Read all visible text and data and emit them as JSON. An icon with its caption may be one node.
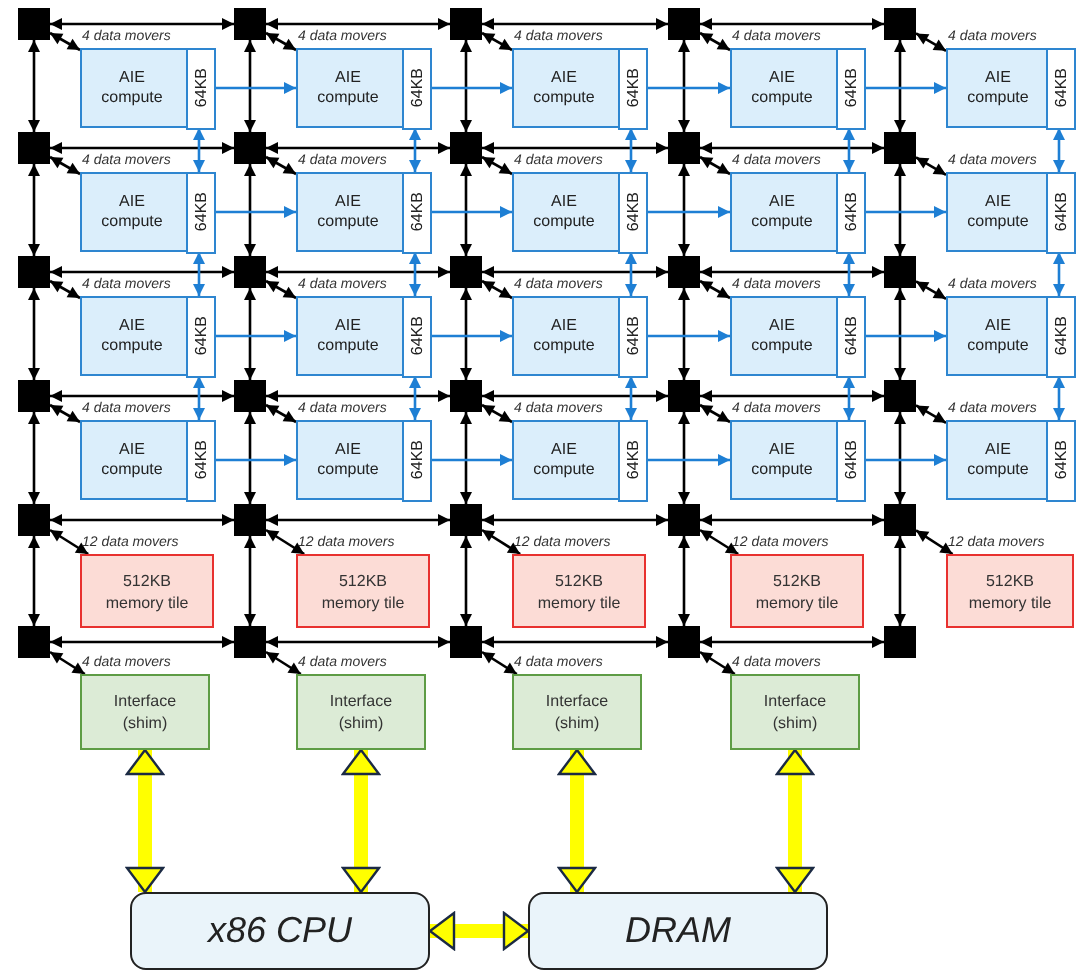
{
  "diagram": {
    "nodes": [
      {
        "text": [],
        "shape": "box"
      },
      {
        "text": [],
        "shape": "box"
      },
      {
        "text": [],
        "shape": "box"
      },
      {
        "text": [],
        "shape": "box"
      },
      {
        "text": [],
        "shape": "box"
      },
      {
        "text": [
          "AIE compute"
        ]
      },
      {
        "text": [
          "64KB"
        ],
        "in": 5
      },
      {
        "text": [
          "AIE compute"
        ]
      },
      {
        "text": [
          "64KB"
        ],
        "in": 7
      },
      {
        "text": [
          "AIE compute"
        ]
      },
      {
        "text": [
          "64KB"
        ],
        "in": 9
      },
      {
        "text": [
          "AIE compute"
        ]
      },
      {
        "text": [
          "64KB"
        ],
        "in": 11
      },
      {
        "text": [
          "AIE compute"
        ]
      },
      {
        "text": [
          "64KB"
        ],
        "in": 13
      },
      {
        "text": [],
        "shape": "box"
      },
      {
        "text": [],
        "shape": "box"
      },
      {
        "text": [],
        "shape": "box"
      },
      {
        "text": [],
        "shape": "box"
      },
      {
        "text": [],
        "shape": "box"
      },
      {
        "text": [
          "AIE compute"
        ]
      },
      {
        "text": [
          "64KB"
        ],
        "in": 20
      },
      {
        "text": [
          "AIE compute"
        ]
      },
      {
        "text": [
          "64KB"
        ],
        "in": 22
      },
      {
        "text": [
          "AIE compute"
        ]
      },
      {
        "text": [
          "64KB"
        ],
        "in": 24
      },
      {
        "text": [
          "AIE compute"
        ]
      },
      {
        "text": [
          "64KB"
        ],
        "in": 26
      },
      {
        "text": [
          "AIE compute"
        ]
      },
      {
        "text": [
          "64KB"
        ],
        "in": 28
      },
      {
        "text": [],
        "shape": "box"
      },
      {
        "text": [],
        "shape": "box"
      },
      {
        "text": [],
        "shape": "box"
      },
      {
        "text": [],
        "shape": "box"
      },
      {
        "text": [],
        "shape": "box"
      },
      {
        "text": [
          "AIE compute"
        ]
      },
      {
        "text": [
          "64KB"
        ],
        "in": 35
      },
      {
        "text": [
          "AIE compute"
        ]
      },
      {
        "text": [
          "64KB"
        ],
        "in": 37
      },
      {
        "text": [
          "AIE compute"
        ]
      },
      {
        "text": [
          "64KB"
        ],
        "in": 39
      },
      {
        "text": [
          "AIE compute"
        ]
      },
      {
        "text": [
          "64KB"
        ],
        "in": 41
      },
      {
        "text": [
          "AIE compute"
        ]
      },
      {
        "text": [
          "64KB"
        ],
        "in": 43
      },
      {
        "text": [],
        "shape": "box"
      },
      {
        "text": [],
        "shape": "box"
      },
      {
        "text": [],
        "shape": "box"
      },
      {
        "text": [],
        "shape": "box"
      },
      {
        "text": [],
        "shape": "box"
      },
      {
        "text": [
          "AIE compute"
        ]
      },
      {
        "text": [
          "64KB"
        ],
        "in": 50
      },
      {
        "text": [
          "AIE compute"
        ]
      },
      {
        "text": [
          "64KB"
        ],
        "in": 52
      },
      {
        "text": [
          "AIE compute"
        ]
      },
      {
        "text": [
          "64KB"
        ],
        "in": 54
      },
      {
        "text": [
          "AIE compute"
        ]
      },
      {
        "text": [
          "64KB"
        ],
        "in": 56
      },
      {
        "text": [
          "AIE compute"
        ]
      },
      {
        "text": [
          "64KB"
        ],
        "in": 58
      },
      {
        "text": [],
        "shape": "box"
      },
      {
        "text": [],
        "shape": "box"
      },
      {
        "text": [],
        "shape": "box"
      },
      {
        "text": [],
        "shape": "box"
      },
      {
        "text": [],
        "shape": "box"
      },
      {
        "text": [
          "512KB memory tile"
        ]
      },
      {
        "text": [
          "512KB memory tile"
        ]
      },
      {
        "text": [
          "512KB memory tile"
        ]
      },
      {
        "text": [
          "512KB memory tile"
        ]
      },
      {
        "text": [
          "512KB memory tile"
        ]
      },
      {
        "text": [],
        "shape": "box"
      },
      {
        "text": [],
        "shape": "box"
      },
      {
        "text": [],
        "shape": "box"
      },
      {
        "text": [],
        "shape": "box"
      },
      {
        "text": [],
        "shape": "box"
      },
      {
        "text": [
          "Interface (shim)"
        ]
      },
      {
        "text": [
          "Interface (shim)"
        ]
      },
      {
        "text": [
          "Interface (shim)"
        ]
      },
      {
        "text": [
          "Interface (shim)"
        ]
      },
      {
        "text": [
          "x86 CPU"
        ]
      },
      {
        "text": [
          "DRAM"
        ]
      }
    ],
    "edges": [
      {
        "from": 0,
        "to": 1,
        "arrow": "both"
      },
      {
        "from": 1,
        "to": 2,
        "arrow": "both"
      },
      {
        "from": 2,
        "to": 3,
        "arrow": "both"
      },
      {
        "from": 3,
        "to": 4,
        "arrow": "both"
      },
      {
        "from": 15,
        "to": 16,
        "arrow": "both"
      },
      {
        "from": 16,
        "to": 17,
        "arrow": "both"
      },
      {
        "from": 17,
        "to": 18,
        "arrow": "both"
      },
      {
        "from": 18,
        "to": 19,
        "arrow": "both"
      },
      {
        "from": 30,
        "to": 31,
        "arrow": "both"
      },
      {
        "from": 31,
        "to": 32,
        "arrow": "both"
      },
      {
        "from": 32,
        "to": 33,
        "arrow": "both"
      },
      {
        "from": 33,
        "to": 34,
        "arrow": "both"
      },
      {
        "from": 45,
        "to": 46,
        "arrow": "both"
      },
      {
        "from": 46,
        "to": 47,
        "arrow": "both"
      },
      {
        "from": 47,
        "to": 48,
        "arrow": "both"
      },
      {
        "from": 48,
        "to": 49,
        "arrow": "both"
      },
      {
        "from": 60,
        "to": 61,
        "arrow": "both"
      },
      {
        "from": 61,
        "to": 62,
        "arrow": "both"
      },
      {
        "from": 62,
        "to": 63,
        "arrow": "both"
      },
      {
        "from": 63,
        "to": 64,
        "arrow": "both"
      },
      {
        "from": 70,
        "to": 71,
        "arrow": "both"
      },
      {
        "from": 71,
        "to": 72,
        "arrow": "both"
      },
      {
        "from": 72,
        "to": 73,
        "arrow": "both"
      },
      {
        "from": 73,
        "to": 74,
        "arrow": "both"
      },
      {
        "from": 0,
        "to": 15,
        "arrow": "both"
      },
      {
        "from": 15,
        "to": 30,
        "arrow": "both"
      },
      {
        "from": 30,
        "to": 45,
        "arrow": "both"
      },
      {
        "from": 45,
        "to": 60,
        "arrow": "both"
      },
      {
        "from": 60,
        "to": 70,
        "arrow": "both"
      },
      {
        "from": 1,
        "to": 16,
        "arrow": "both"
      },
      {
        "from": 16,
        "to": 31,
        "arrow": "both"
      },
      {
        "from": 31,
        "to": 46,
        "arrow": "both"
      },
      {
        "from": 46,
        "to": 61,
        "arrow": "both"
      },
      {
        "from": 61,
        "to": 71,
        "arrow": "both"
      },
      {
        "from": 2,
        "to": 17,
        "arrow": "both"
      },
      {
        "from": 17,
        "to": 32,
        "arrow": "both"
      },
      {
        "from": 32,
        "to": 47,
        "arrow": "both"
      },
      {
        "from": 47,
        "to": 62,
        "arrow": "both"
      },
      {
        "from": 62,
        "to": 72,
        "arrow": "both"
      },
      {
        "from": 3,
        "to": 18,
        "arrow": "both"
      },
      {
        "from": 18,
        "to": 33,
        "arrow": "both"
      },
      {
        "from": 33,
        "to": 48,
        "arrow": "both"
      },
      {
        "from": 48,
        "to": 63,
        "arrow": "both"
      },
      {
        "from": 63,
        "to": 73,
        "arrow": "both"
      },
      {
        "from": 4,
        "to": 19,
        "arrow": "both"
      },
      {
        "from": 19,
        "to": 34,
        "arrow": "both"
      },
      {
        "from": 34,
        "to": 49,
        "arrow": "both"
      },
      {
        "from": 49,
        "to": 64,
        "arrow": "both"
      },
      {
        "from": 64,
        "to": 74,
        "arrow": "both"
      },
      {
        "from": 0,
        "to": 5,
        "arrow": "both",
        "label": "4 data movers"
      },
      {
        "from": 1,
        "to": 7,
        "arrow": "both",
        "label": "4 data movers"
      },
      {
        "from": 2,
        "to": 9,
        "arrow": "both",
        "label": "4 data movers"
      },
      {
        "from": 3,
        "to": 11,
        "arrow": "both",
        "label": "4 data movers"
      },
      {
        "from": 4,
        "to": 13,
        "arrow": "both",
        "label": "4 data movers"
      },
      {
        "from": 15,
        "to": 20,
        "arrow": "both",
        "label": "4 data movers"
      },
      {
        "from": 16,
        "to": 22,
        "arrow": "both",
        "label": "4 data movers"
      },
      {
        "from": 17,
        "to": 24,
        "arrow": "both",
        "label": "4 data movers"
      },
      {
        "from": 18,
        "to": 26,
        "arrow": "both",
        "label": "4 data movers"
      },
      {
        "from": 19,
        "to": 28,
        "arrow": "both",
        "label": "4 data movers"
      },
      {
        "from": 30,
        "to": 35,
        "arrow": "both",
        "label": "4 data movers"
      },
      {
        "from": 31,
        "to": 37,
        "arrow": "both",
        "label": "4 data movers"
      },
      {
        "from": 32,
        "to": 39,
        "arrow": "both",
        "label": "4 data movers"
      },
      {
        "from": 33,
        "to": 41,
        "arrow": "both",
        "label": "4 data movers"
      },
      {
        "from": 34,
        "to": 43,
        "arrow": "both",
        "label": "4 data movers"
      },
      {
        "from": 45,
        "to": 50,
        "arrow": "both",
        "label": "4 data movers"
      },
      {
        "from": 46,
        "to": 52,
        "arrow": "both",
        "label": "4 data movers"
      },
      {
        "from": 47,
        "to": 54,
        "arrow": "both",
        "label": "4 data movers"
      },
      {
        "from": 48,
        "to": 56,
        "arrow": "both",
        "label": "4 data movers"
      },
      {
        "from": 49,
        "to": 58,
        "arrow": "both",
        "label": "4 data movers"
      },
      {
        "from": 60,
        "to": 65,
        "arrow": "both",
        "label": "12 data movers"
      },
      {
        "from": 61,
        "to": 66,
        "arrow": "both",
        "label": "12 data movers"
      },
      {
        "from": 62,
        "to": 67,
        "arrow": "both",
        "label": "12 data movers"
      },
      {
        "from": 63,
        "to": 68,
        "arrow": "both",
        "label": "12 data movers"
      },
      {
        "from": 64,
        "to": 69,
        "arrow": "both",
        "label": "12 data movers"
      },
      {
        "from": 70,
        "to": 75,
        "arrow": "both",
        "label": "4 data movers"
      },
      {
        "from": 71,
        "to": 76,
        "arrow": "both",
        "label": "4 data movers"
      },
      {
        "from": 72,
        "to": 77,
        "arrow": "both",
        "label": "4 data movers"
      },
      {
        "from": 73,
        "to": 78,
        "arrow": "both",
        "label": "4 data movers"
      },
      {
        "from": 6,
        "to": 7,
        "arrow": "to",
        "color": "#1e7fd4"
      },
      {
        "from": 8,
        "to": 9,
        "arrow": "to",
        "color": "#1e7fd4"
      },
      {
        "from": 10,
        "to": 11,
        "arrow": "to",
        "color": "#1e7fd4"
      },
      {
        "from": 12,
        "to": 13,
        "arrow": "to",
        "color": "#1e7fd4"
      },
      {
        "from": 21,
        "to": 22,
        "arrow": "to",
        "color": "#1e7fd4"
      },
      {
        "from": 23,
        "to": 24,
        "arrow": "to",
        "color": "#1e7fd4"
      },
      {
        "from": 25,
        "to": 26,
        "arrow": "to",
        "color": "#1e7fd4"
      },
      {
        "from": 27,
        "to": 28,
        "arrow": "to",
        "color": "#1e7fd4"
      },
      {
        "from": 36,
        "to": 37,
        "arrow": "to",
        "color": "#1e7fd4"
      },
      {
        "from": 38,
        "to": 39,
        "arrow": "to",
        "color": "#1e7fd4"
      },
      {
        "from": 40,
        "to": 41,
        "arrow": "to",
        "color": "#1e7fd4"
      },
      {
        "from": 42,
        "to": 43,
        "arrow": "to",
        "color": "#1e7fd4"
      },
      {
        "from": 51,
        "to": 52,
        "arrow": "to",
        "color": "#1e7fd4"
      },
      {
        "from": 53,
        "to": 54,
        "arrow": "to",
        "color": "#1e7fd4"
      },
      {
        "from": 55,
        "to": 56,
        "arrow": "to",
        "color": "#1e7fd4"
      },
      {
        "from": 57,
        "to": 58,
        "arrow": "to",
        "color": "#1e7fd4"
      },
      {
        "from": 6,
        "to": 21,
        "arrow": "both",
        "color": "#1e7fd4"
      },
      {
        "from": 8,
        "to": 23,
        "arrow": "both",
        "color": "#1e7fd4"
      },
      {
        "from": 10,
        "to": 25,
        "arrow": "both",
        "color": "#1e7fd4"
      },
      {
        "from": 12,
        "to": 27,
        "arrow": "both",
        "color": "#1e7fd4"
      },
      {
        "from": 14,
        "to": 29,
        "arrow": "both",
        "color": "#1e7fd4"
      },
      {
        "from": 21,
        "to": 36,
        "arrow": "both",
        "color": "#1e7fd4"
      },
      {
        "from": 23,
        "to": 38,
        "arrow": "both",
        "color": "#1e7fd4"
      },
      {
        "from": 25,
        "to": 40,
        "arrow": "both",
        "color": "#1e7fd4"
      },
      {
        "from": 27,
        "to": 42,
        "arrow": "both",
        "color": "#1e7fd4"
      },
      {
        "from": 29,
        "to": 44,
        "arrow": "both",
        "color": "#1e7fd4"
      },
      {
        "from": 36,
        "to": 51,
        "arrow": "both",
        "color": "#1e7fd4"
      },
      {
        "from": 38,
        "to": 53,
        "arrow": "both",
        "color": "#1e7fd4"
      },
      {
        "from": 40,
        "to": 55,
        "arrow": "both",
        "color": "#1e7fd4"
      },
      {
        "from": 42,
        "to": 57,
        "arrow": "both",
        "color": "#1e7fd4"
      },
      {
        "from": 44,
        "to": 59,
        "arrow": "both",
        "color": "#1e7fd4"
      },
      {
        "from": 75,
        "to": 79,
        "arrow": "both",
        "style": "thick",
        "color": "#ffff00"
      },
      {
        "from": 76,
        "to": 79,
        "arrow": "both",
        "style": "thick",
        "color": "#ffff00"
      },
      {
        "from": 77,
        "to": 80,
        "arrow": "both",
        "style": "thick",
        "color": "#ffff00"
      },
      {
        "from": 78,
        "to": 80,
        "arrow": "both",
        "style": "thick",
        "color": "#ffff00"
      },
      {
        "from": 79,
        "to": 80,
        "arrow": "both",
        "style": "thick",
        "color": "#ffff00"
      }
    ]
  }
}
